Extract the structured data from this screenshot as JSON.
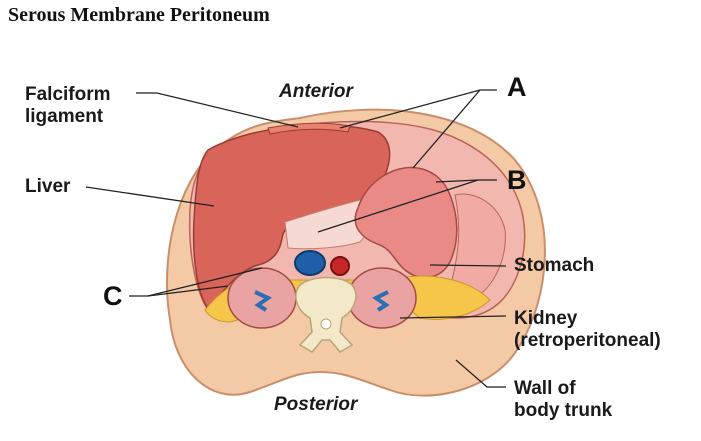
{
  "title": "Serous Membrane Peritoneum",
  "orientation": {
    "anterior": "Anterior",
    "posterior": "Posterior"
  },
  "labels": {
    "falciform_line1": "Falciform",
    "falciform_line2": "ligament",
    "liver": "Liver",
    "stomach": "Stomach",
    "kidney_line1": "Kidney",
    "kidney_line2": "(retroperitoneal)",
    "wall_line1": "Wall of",
    "wall_line2": "body trunk"
  },
  "letters": {
    "a": "A",
    "b": "B",
    "c": "C"
  },
  "colors": {
    "body_wall": "#f4c9a6",
    "body_wall_edge": "#c98f6b",
    "liver": "#d9645a",
    "peritoneum": "#f2b8b0",
    "stomach": "#e98a86",
    "kidney": "#e9a3a2",
    "fat": "#f5c64a",
    "vertebra": "#f3e8c8",
    "aorta": "#c62828",
    "vena_cava": "#1f5fa8"
  }
}
